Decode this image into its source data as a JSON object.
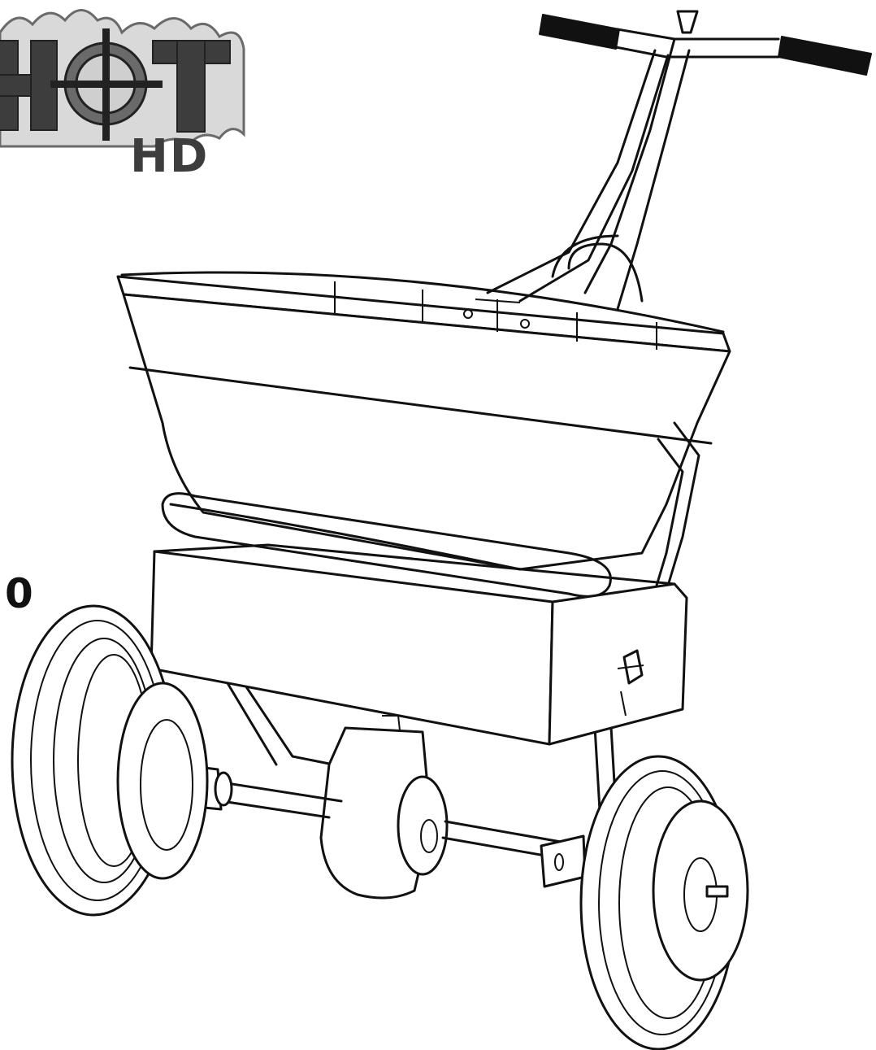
{
  "logo": {
    "wordmark": "H⊕T",
    "suffix": "HD",
    "wordmark_color": "#3d3d3d",
    "flame_color": "#6a6a6a"
  },
  "page_marker": "0",
  "illustration": {
    "subject": "push-spreader",
    "line_color": "#111111",
    "background": "#ffffff"
  }
}
